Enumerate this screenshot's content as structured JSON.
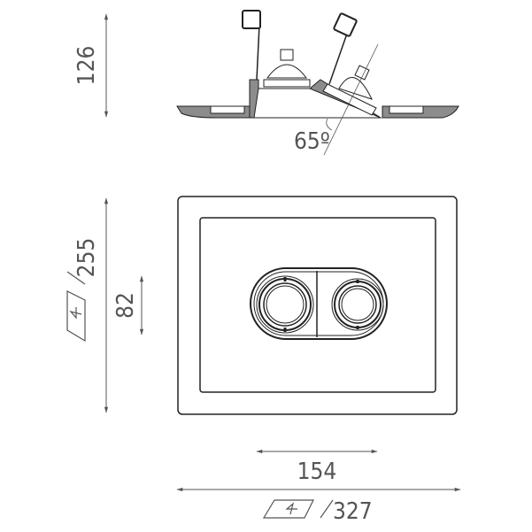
{
  "dimensions": {
    "height": "126",
    "tilt_angle": "65º",
    "cutout_height": "255",
    "inner_height": "82",
    "inner_width": "154",
    "cutout_width": "327"
  },
  "colors": {
    "line": "#1a1a1a",
    "fill": "#8c8c8c",
    "text": "#555555"
  }
}
